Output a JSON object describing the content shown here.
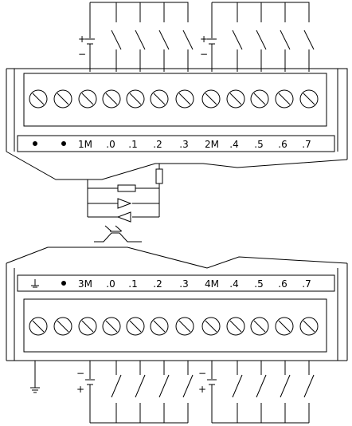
{
  "top_module": {
    "terminal_labels": [
      "1M",
      ".0",
      ".1",
      ".2",
      ".3",
      "2M",
      ".4",
      ".5",
      ".6",
      ".7"
    ],
    "supply_labels": {
      "plus": "+",
      "minus": "−"
    }
  },
  "bottom_module": {
    "terminal_labels": [
      "3M",
      ".0",
      ".1",
      ".2",
      ".3",
      "4M",
      ".4",
      ".5",
      ".6",
      ".7"
    ],
    "supply_labels": {
      "plus": "+",
      "minus": "−"
    }
  },
  "screw_count": 12
}
